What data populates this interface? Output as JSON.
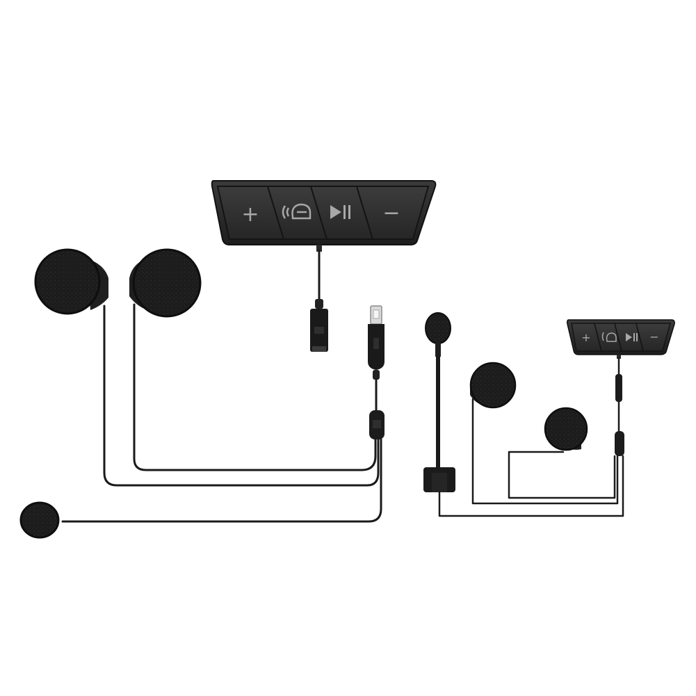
{
  "product": {
    "large_unit": {
      "buttons": [
        {
          "name": "volume-up",
          "glyph": "+"
        },
        {
          "name": "intercom",
          "icon": "intercom-icon"
        },
        {
          "name": "play-pause",
          "icon": "play-pause-icon"
        },
        {
          "name": "volume-down",
          "glyph": "−"
        }
      ]
    },
    "small_unit": {
      "buttons": [
        {
          "name": "volume-up",
          "glyph": "+"
        },
        {
          "name": "intercom",
          "icon": "intercom-icon"
        },
        {
          "name": "play-pause",
          "icon": "play-pause-icon"
        },
        {
          "name": "volume-down",
          "glyph": "−"
        }
      ]
    }
  },
  "colors": {
    "background": "#ffffff",
    "device_body": "#2b2b2b",
    "foam": "#1c1c1c",
    "glyph": "#a8a8a8"
  }
}
